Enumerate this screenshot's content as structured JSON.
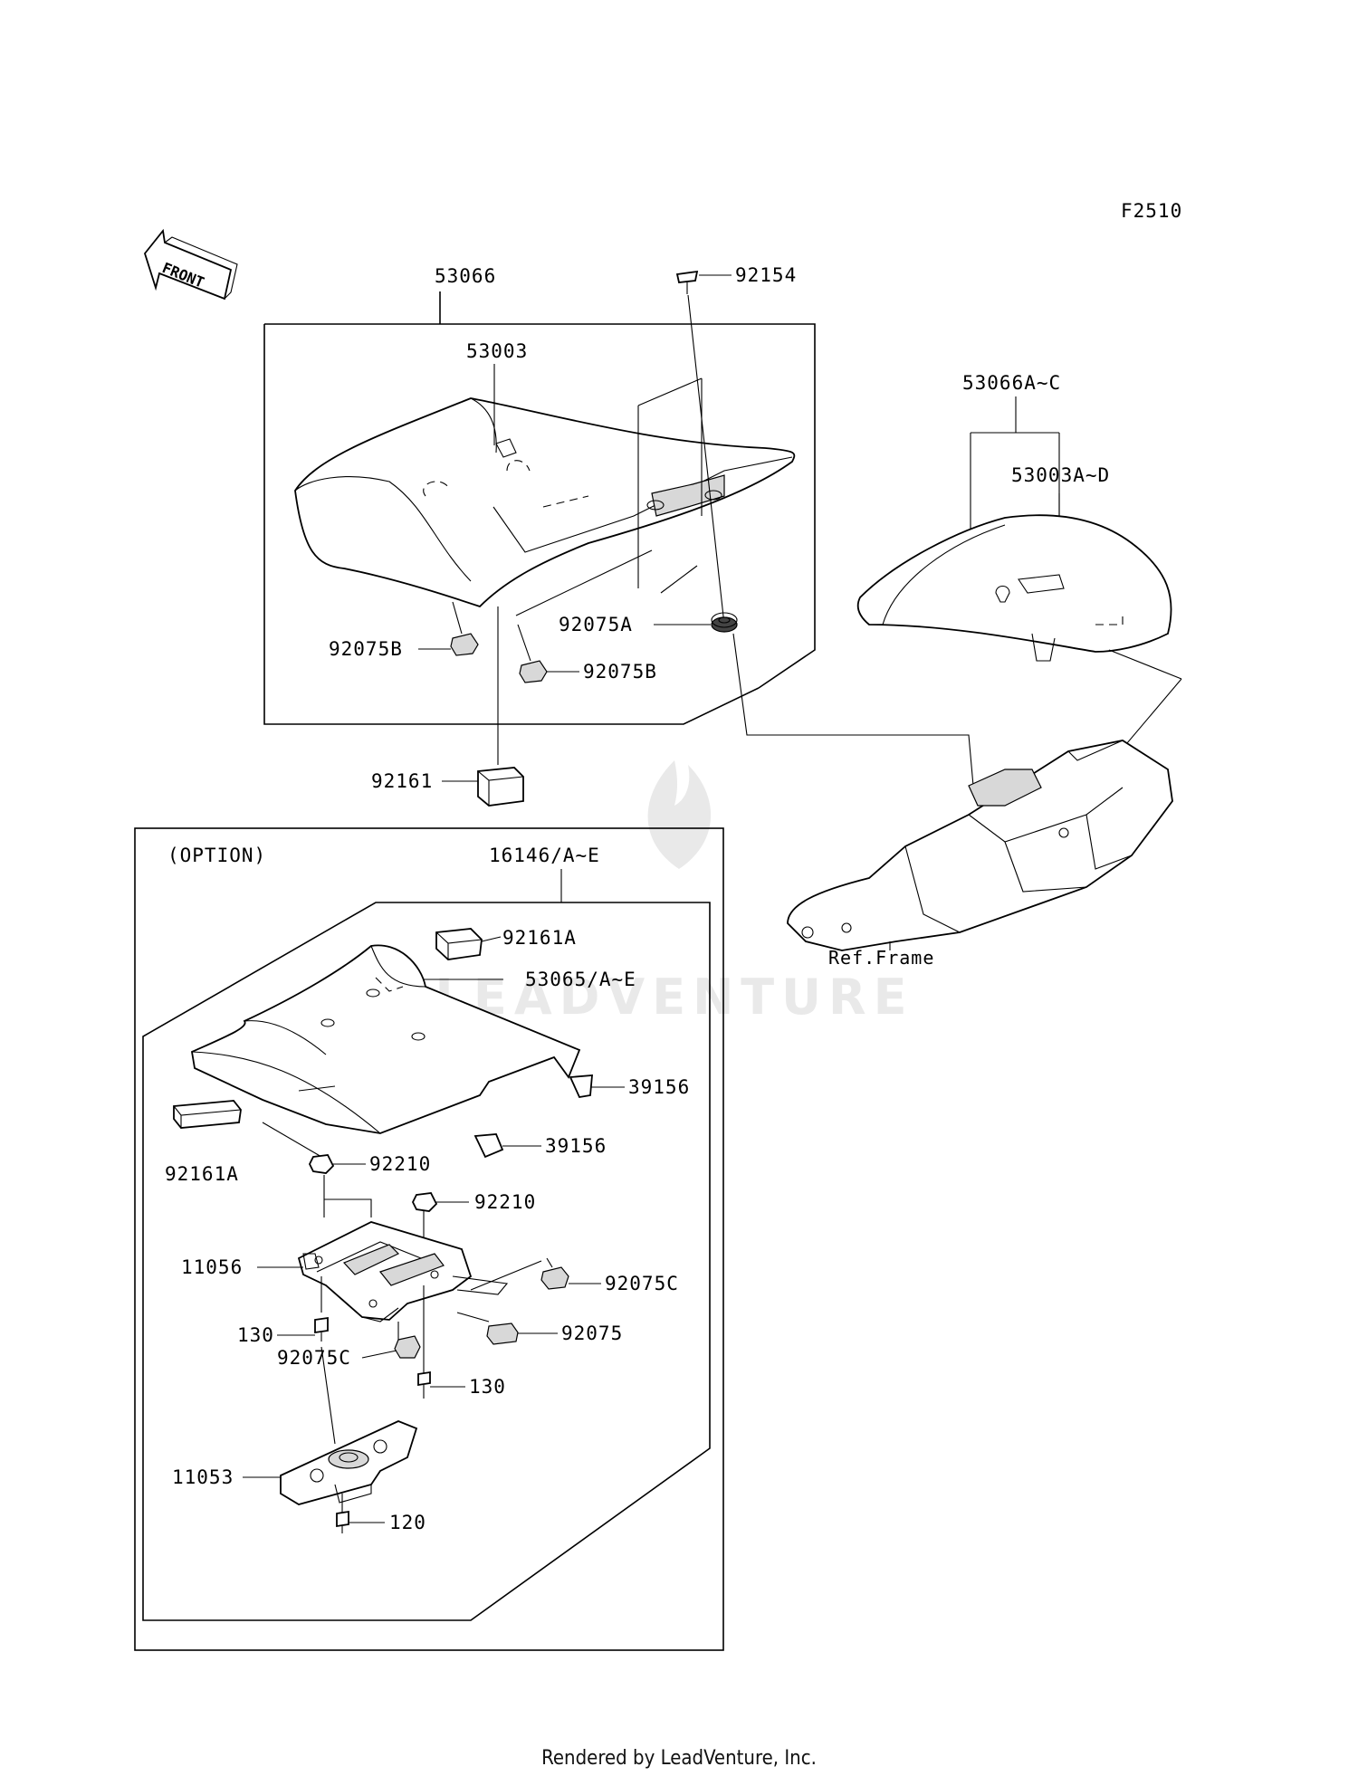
{
  "figure_code": "F2510",
  "front_indicator": "FRONT",
  "option_label": "(OPTION)",
  "watermark_text": "LEADVENTURE",
  "footer": "Rendered by LeadVenture, Inc.",
  "callouts": {
    "c53066": "53066",
    "c53003": "53003",
    "c92154": "92154",
    "c53066AC": "53066A~C",
    "c53003AD": "53003A~D",
    "c92075A": "92075A",
    "c92075B_1": "92075B",
    "c92075B_2": "92075B",
    "c92161": "92161",
    "c16146": "16146/A~E",
    "c92161A_1": "92161A",
    "c53065": "53065/A~E",
    "c39156_1": "39156",
    "c39156_2": "39156",
    "c92161A_2": "92161A",
    "c92210_1": "92210",
    "c92210_2": "92210",
    "c11056": "11056",
    "c92075C_1": "92075C",
    "c92075": "92075",
    "c130_1": "130",
    "c92075C_2": "92075C",
    "c130_2": "130",
    "c11053": "11053",
    "c120": "120",
    "refframe": "Ref.Frame"
  }
}
